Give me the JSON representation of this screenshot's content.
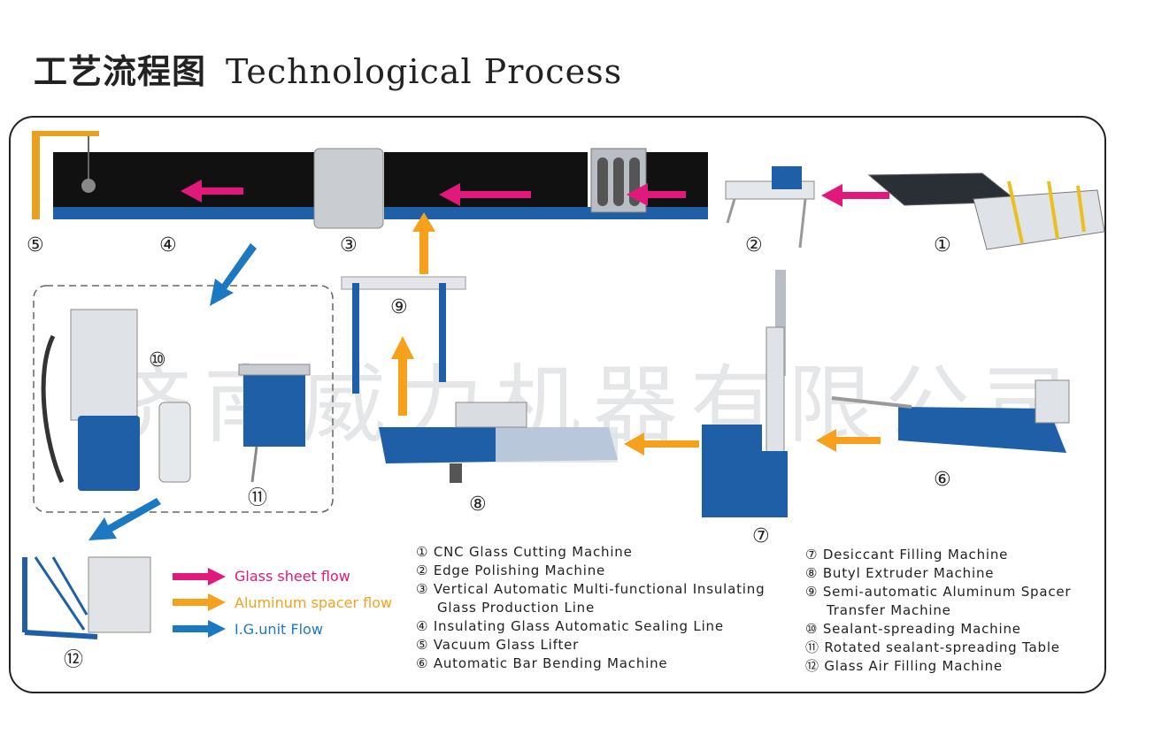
{
  "title": {
    "cn": "工艺流程图",
    "en": "Technological Process"
  },
  "watermark": "济南威力机器有限公司",
  "step_numbers": [
    "⑤",
    "④",
    "③",
    "②",
    "①",
    "⑨",
    "⑩",
    "⑪",
    "⑧",
    "⑦",
    "⑥",
    "⑫"
  ],
  "legend": [
    {
      "label": "Glass sheet flow",
      "color": "#e0197a"
    },
    {
      "label": "Aluminum spacer flow",
      "color": "#f5a11c"
    },
    {
      "label": "I.G.unit Flow",
      "color": "#1c78c0"
    }
  ],
  "machines_left": [
    "① CNC Glass Cutting Machine",
    "② Edge Polishing Machine",
    "③ Vertical Automatic Multi-functional Insulating",
    "Glass Production Line",
    "④ Insulating Glass Automatic Sealing Line",
    "⑤ Vacuum Glass Lifter",
    "⑥ Automatic Bar Bending Machine"
  ],
  "machines_right": [
    "⑦ Desiccant Filling Machine",
    "⑧ Butyl Extruder Machine",
    "⑨ Semi-automatic Aluminum Spacer",
    "Transfer Machine",
    "⑩ Sealant-spreading Machine",
    "⑪ Rotated sealant-spreading Table",
    "⑫ Glass Air Filling Machine"
  ],
  "colors": {
    "machine_blue": "#1f5fa8",
    "panel_black": "#111111",
    "frame": "#222222"
  }
}
